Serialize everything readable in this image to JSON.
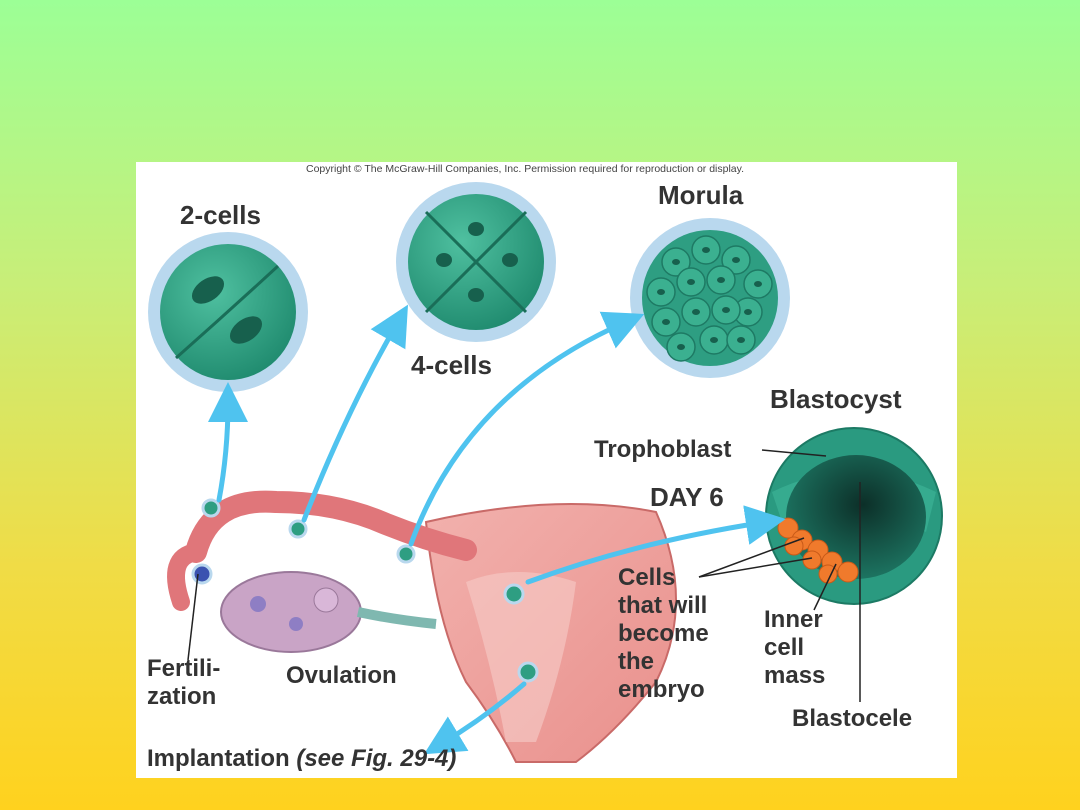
{
  "copyright": "Copyright © The McGraw-Hill Companies, Inc. Permission required for reproduction or display.",
  "labels": {
    "two_cells": "2-cells",
    "four_cells": "4-cells",
    "morula": "Morula",
    "blastocyst": "Blastocyst",
    "trophoblast": "Trophoblast",
    "day6": "DAY 6",
    "cells_embryo": [
      "Cells",
      "that will",
      "become",
      "the",
      "embryo"
    ],
    "inner_cell_mass": [
      "Inner",
      "cell",
      "mass"
    ],
    "blastocele": "Blastocele",
    "fertilization": [
      "Fertili-",
      "zation"
    ],
    "ovulation": "Ovulation",
    "implantation": "Implantation",
    "implantation_ref": "(see Fig. 29-4)"
  },
  "colors": {
    "bg_top": "#9cff96",
    "bg_bottom": "#ffd21e",
    "panel": "#ffffff",
    "cell": "#2e9e82",
    "zona": "#b9d8ee",
    "arrow": "#4fc3ef",
    "tube": "#e0767a",
    "ovary": "#c9a4c6",
    "inner_mass": "#f07a2c",
    "text": "#333333"
  }
}
